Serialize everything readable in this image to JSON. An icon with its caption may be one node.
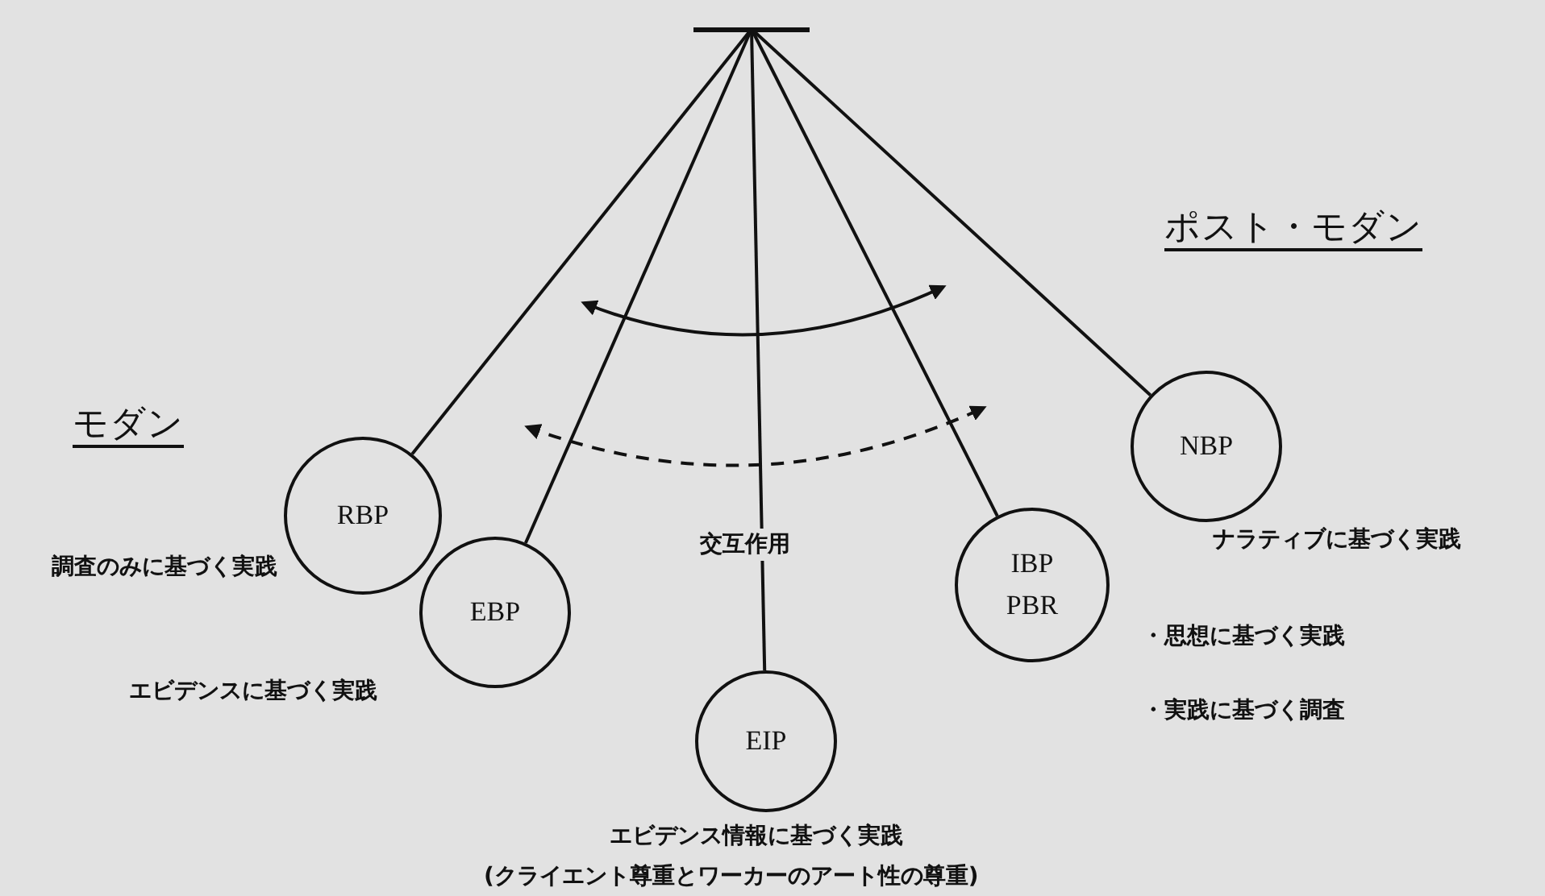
{
  "diagram": {
    "nodes": [
      {
        "text": [],
        "shape": "bar"
      },
      {
        "text": [
          "RBP"
        ],
        "beside": [
          "調査のみに基づく実践"
        ]
      },
      {
        "text": [
          "EBP"
        ],
        "beside": [
          "エビデンスに基づく実践"
        ]
      },
      {
        "text": [
          "EIP"
        ],
        "beside": [
          "エビデンス情報に基づく実践",
          "(クライエント尊重とワーカーのアート性の尊重)"
        ]
      },
      {
        "text": [
          "IBP",
          "PBR"
        ],
        "beside": [
          "・思想に基づく実践",
          "・実践に基づく調査"
        ]
      },
      {
        "text": [
          "NBP"
        ],
        "beside": [
          "ナラティブに基づく実践"
        ]
      }
    ],
    "edges": [
      {
        "from": 0,
        "to": 1,
        "arrow": "none"
      },
      {
        "from": 0,
        "to": 2,
        "arrow": "none"
      },
      {
        "from": 0,
        "to": 3,
        "arrow": "none"
      },
      {
        "from": 0,
        "to": 4,
        "arrow": "none"
      },
      {
        "from": 0,
        "to": 5,
        "arrow": "none"
      }
    ],
    "labels": [
      "モダン",
      "ポスト・モダン",
      "交互作用"
    ]
  }
}
